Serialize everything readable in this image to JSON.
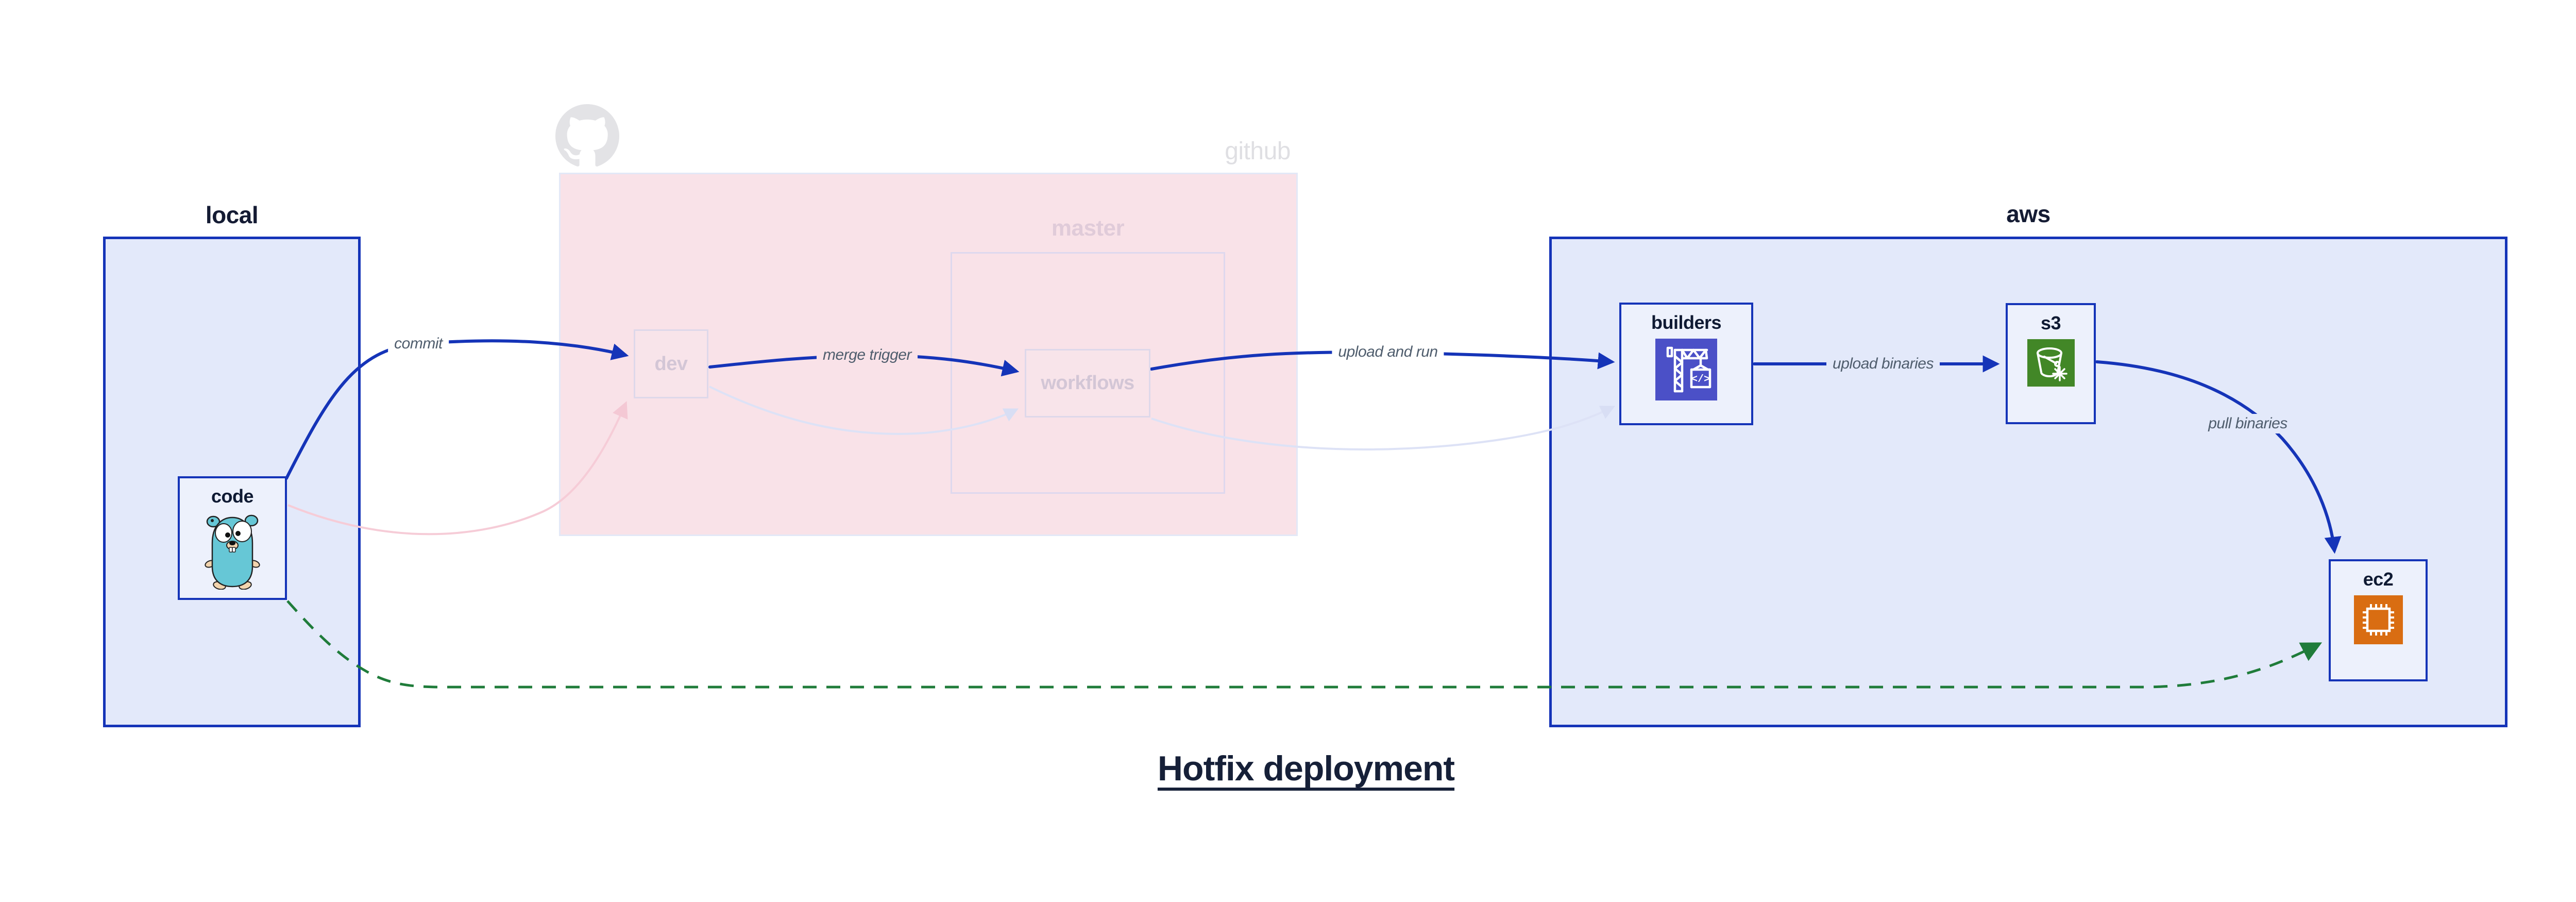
{
  "title": "Hotfix deployment",
  "groups": {
    "local": {
      "label": "local"
    },
    "github": {
      "label": "github",
      "icon": "github-octocat-icon",
      "state": "faded"
    },
    "master": {
      "label": "master",
      "state": "faded"
    },
    "aws": {
      "label": "aws"
    }
  },
  "nodes": {
    "code": {
      "label": "code",
      "icon": "gopher-icon",
      "group": "local",
      "state": "active"
    },
    "dev": {
      "label": "dev",
      "group": "github",
      "state": "faded"
    },
    "workflows": {
      "label": "workflows",
      "group": "master",
      "state": "faded"
    },
    "builders": {
      "label": "builders",
      "icon": "codebuild-crane-icon",
      "group": "aws",
      "state": "active"
    },
    "s3": {
      "label": "s3",
      "icon": "s3-glacier-bucket-icon",
      "group": "aws",
      "state": "active"
    },
    "ec2": {
      "label": "ec2",
      "icon": "ec2-chip-icon",
      "group": "aws",
      "state": "active"
    }
  },
  "edges": [
    {
      "label": "commit",
      "from": "code",
      "to": "dev",
      "style": "solid-blue"
    },
    {
      "label": "merge trigger",
      "from": "dev",
      "to": "workflows",
      "style": "solid-blue"
    },
    {
      "label": "upload and run",
      "from": "workflows",
      "to": "builders",
      "style": "solid-blue"
    },
    {
      "label": "upload binaries",
      "from": "builders",
      "to": "s3",
      "style": "solid-blue"
    },
    {
      "label": "pull binaries",
      "from": "s3",
      "to": "ec2",
      "style": "solid-blue"
    },
    {
      "label": "",
      "from": "code",
      "to": "ec2",
      "style": "dashed-green"
    },
    {
      "label": "",
      "from": "code",
      "to": "dev",
      "style": "ghost-pink"
    },
    {
      "label": "",
      "from": "dev",
      "to": "workflows",
      "style": "ghost-lavender"
    },
    {
      "label": "",
      "from": "workflows",
      "to": "builders",
      "style": "ghost-lavender"
    }
  ],
  "colors": {
    "accent_blue": "#1534b8",
    "group_fill": "#e3e9fa",
    "node_fill": "#edf1fc",
    "github_overlay_pink": "#f9e2e8",
    "faded_border": "#ded8ea",
    "faded_text": "#d3c6d6",
    "github_text": "#dfdfe3",
    "master_text": "#e0cbd9",
    "edge_label_grey": "#4f5d6d",
    "hotfix_green": "#1f7c3a",
    "ghost_pink": "#f4c8d4",
    "ghost_lavender": "#dde2f6",
    "codebuild_indigo": "#4b50c7",
    "s3_green": "#428727",
    "ec2_orange": "#d96d12",
    "gopher_teal": "#66c7d6",
    "octocat_grey": "#e3e3e6",
    "title_navy": "#162038"
  }
}
